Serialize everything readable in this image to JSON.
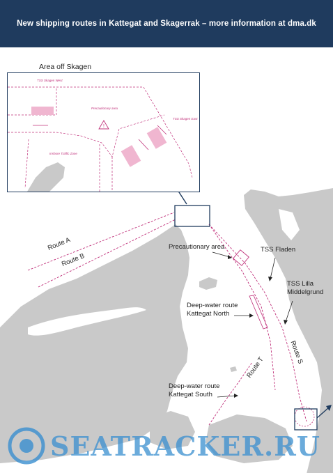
{
  "banner": {
    "text": "New shipping routes in Kattegat and Skagerrak – more information at dma.dk"
  },
  "inset": {
    "title": "Area off Skagen",
    "labels": {
      "tss_skagen_west": "TSS Skagen West",
      "precautionary_area": "Precautionary area",
      "tss_skagen_east": "TSS Skagen East",
      "inshore_traffic_zone": "Inshore Traffic Zone"
    }
  },
  "map": {
    "labels": {
      "route_a": "Route A",
      "route_b": "Route B",
      "precautionary_area": "Precautionary area",
      "tss_fladen": "TSS Fladen",
      "tss_lilla_middelgrund": "TSS Lilla Middelgrund",
      "deep_water_north": "Deep-water route Kattegat North",
      "deep_water_south": "Deep-water route Kattegat South",
      "route_t": "Route T",
      "route_s": "Route S"
    }
  },
  "watermark": {
    "text": "SEATRACKER.RU"
  },
  "colors": {
    "banner": "#1f3b5e",
    "route": "#c0307a",
    "land": "#c9c9c9",
    "water": "#ffffff",
    "watermark": "#3a8fd0"
  }
}
